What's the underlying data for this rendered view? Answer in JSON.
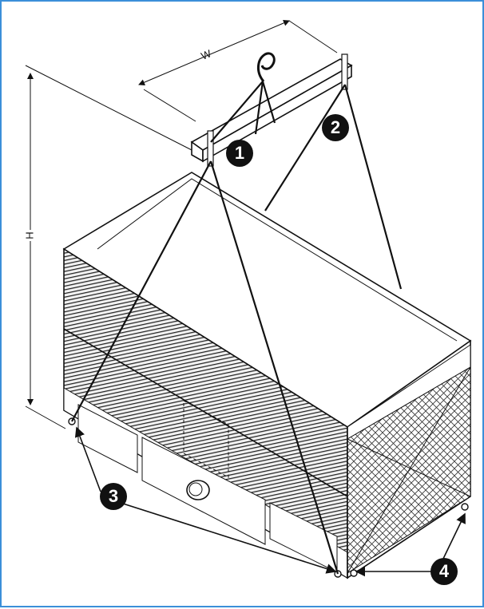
{
  "figure": {
    "dimension_width_label": "W",
    "dimension_height_label": "H",
    "callouts": [
      "1",
      "2",
      "3",
      "4"
    ]
  },
  "colors": {
    "frame_border": "#3b8fd9",
    "line": "#111111",
    "callout_fill": "#111111",
    "callout_text": "#ffffff"
  }
}
